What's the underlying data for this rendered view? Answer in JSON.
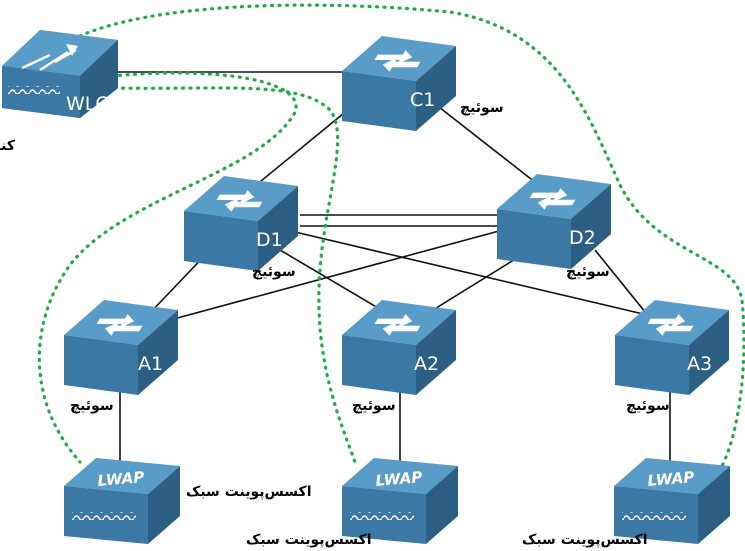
{
  "colors": {
    "device_top": "#4f8db8",
    "device_front": "#3b78a3",
    "device_side": "#2d5f84",
    "wire": "#111111",
    "capwap": "#22aa44"
  },
  "devices": {
    "wlc": {
      "name": "WLC",
      "caption": "کنترلر شبکه محلی بی‌سیم",
      "icon": "wlc-router-icon"
    },
    "c1": {
      "name": "C1",
      "caption": "سوئیچ",
      "icon": "switch-icon"
    },
    "d1": {
      "name": "D1",
      "caption": "سوئیچ",
      "icon": "switch-icon"
    },
    "d2": {
      "name": "D2",
      "caption": "سوئیچ",
      "icon": "switch-icon"
    },
    "a1": {
      "name": "A1",
      "caption": "سوئیچ",
      "icon": "switch-icon"
    },
    "a2": {
      "name": "A2",
      "caption": "سوئیچ",
      "icon": "switch-icon"
    },
    "a3": {
      "name": "A3",
      "caption": "سوئیچ",
      "icon": "switch-icon"
    },
    "lwap1": {
      "name": "LWAP",
      "caption": "اکسس‌پوینت سبک",
      "icon": "access-point-icon"
    },
    "lwap2": {
      "name": "LWAP",
      "caption": "اکسس‌پوینت سبک",
      "icon": "access-point-icon"
    },
    "lwap3": {
      "name": "LWAP",
      "caption": "اکسس‌پوینت سبک",
      "icon": "access-point-icon"
    }
  }
}
